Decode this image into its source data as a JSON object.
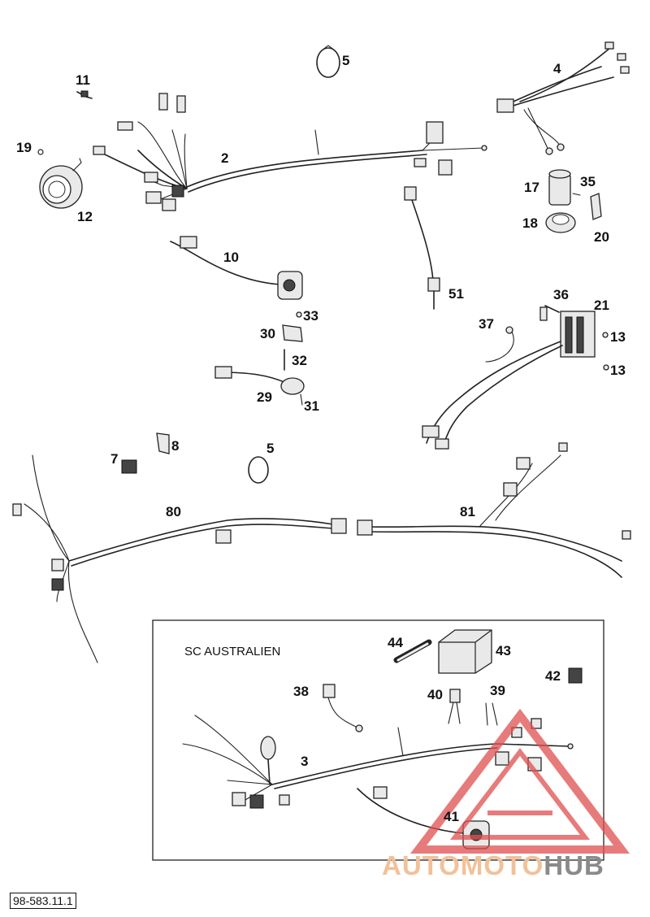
{
  "diagram": {
    "labels": [
      {
        "id": "5a",
        "text": "5"
      },
      {
        "id": "11",
        "text": "11"
      },
      {
        "id": "4",
        "text": "4"
      },
      {
        "id": "19",
        "text": "19"
      },
      {
        "id": "2",
        "text": "2"
      },
      {
        "id": "12",
        "text": "12"
      },
      {
        "id": "17",
        "text": "17"
      },
      {
        "id": "35",
        "text": "35"
      },
      {
        "id": "18",
        "text": "18"
      },
      {
        "id": "20",
        "text": "20"
      },
      {
        "id": "10",
        "text": "10"
      },
      {
        "id": "51",
        "text": "51"
      },
      {
        "id": "36",
        "text": "36"
      },
      {
        "id": "21",
        "text": "21"
      },
      {
        "id": "33",
        "text": "33"
      },
      {
        "id": "37",
        "text": "37"
      },
      {
        "id": "13a",
        "text": "13"
      },
      {
        "id": "30",
        "text": "30"
      },
      {
        "id": "32",
        "text": "32"
      },
      {
        "id": "13b",
        "text": "13"
      },
      {
        "id": "29",
        "text": "29"
      },
      {
        "id": "31",
        "text": "31"
      },
      {
        "id": "8",
        "text": "8"
      },
      {
        "id": "5b",
        "text": "5"
      },
      {
        "id": "7",
        "text": "7"
      },
      {
        "id": "80",
        "text": "80"
      },
      {
        "id": "81",
        "text": "81"
      },
      {
        "id": "44",
        "text": "44"
      },
      {
        "id": "43",
        "text": "43"
      },
      {
        "id": "42",
        "text": "42"
      },
      {
        "id": "38",
        "text": "38"
      },
      {
        "id": "40",
        "text": "40"
      },
      {
        "id": "39",
        "text": "39"
      },
      {
        "id": "3",
        "text": "3"
      },
      {
        "id": "41",
        "text": "41"
      }
    ],
    "inset_title": "SC AUSTRALIEN",
    "doc_number": "98-583.11.1"
  },
  "watermark": {
    "part_a": "AUTOMOTO",
    "part_b": "HUB",
    "color_a": "#f1c19a",
    "color_b": "#8a8a8a",
    "triangle_color": "#e05050"
  }
}
